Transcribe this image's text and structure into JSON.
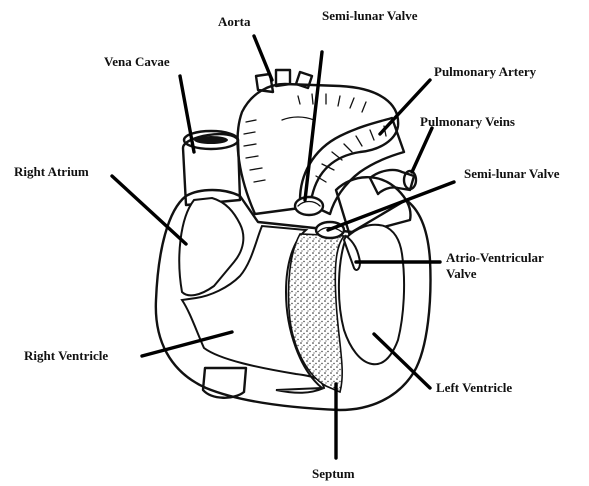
{
  "diagram": {
    "labels": {
      "aorta": "Aorta",
      "semilunar_top": "Semi-lunar Valve",
      "vena_cavae": "Vena Cavae",
      "pulmonary_artery": "Pulmonary Artery",
      "pulmonary_veins": "Pulmonary Veins",
      "right_atrium": "Right Atrium",
      "semilunar_right": "Semi-lunar Valve",
      "av_valve_line1": "Atrio-Ventricular",
      "av_valve_line2": "Valve",
      "right_ventricle": "Right Ventricle",
      "left_ventricle": "Left Ventricle",
      "septum": "Septum"
    }
  }
}
